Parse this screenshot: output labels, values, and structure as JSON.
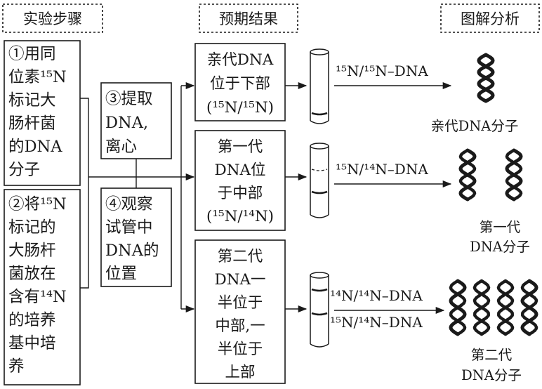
{
  "headers": {
    "steps": "实验步骤",
    "results": "预期结果",
    "analysis": "图解分析"
  },
  "steps": {
    "step1": [
      "①用同",
      "位素¹⁵N",
      "标记大",
      "肠杆菌",
      "的DNA",
      "分子"
    ],
    "step2": [
      "②将¹⁵N",
      "标记的",
      "大肠杆",
      "菌放在",
      "含有¹⁴N",
      "的培养",
      "基中培",
      "养"
    ],
    "step3": [
      "③提取",
      "DNA,",
      "离心"
    ],
    "step4": [
      "④观察",
      "试管中",
      "DNA的",
      "位置"
    ]
  },
  "results": {
    "parent": [
      "亲代DNA",
      "位于下部",
      "(¹⁵N/¹⁵N)"
    ],
    "gen1": [
      "第一代",
      "DNA位",
      "于中部",
      "(¹⁵N/¹⁴N)"
    ],
    "gen2": [
      "第二代",
      "DNA一",
      "半位于",
      "中部,一",
      "半位于",
      "上部"
    ]
  },
  "arrow_labels": {
    "parent": "¹⁵N/¹⁵N–DNA",
    "gen1": "¹⁵N/¹⁴N–DNA",
    "gen2_top": "¹⁴N/¹⁴N–DNA",
    "gen2_bottom": "¹⁵N/¹⁴N–DNA"
  },
  "captions": {
    "parent": "亲代DNA分子",
    "gen1": [
      "第一代",
      "DNA分子"
    ],
    "gen2": [
      "第二代",
      "DNA分子"
    ]
  },
  "helix_styles": {
    "parent": [
      "heavy"
    ],
    "gen1": [
      "hybrid",
      "hybrid"
    ],
    "gen2": [
      "hybrid",
      "light",
      "light",
      "hybrid"
    ]
  },
  "colors": {
    "ink": "#1a1a1a",
    "paper": "#ffffff"
  }
}
